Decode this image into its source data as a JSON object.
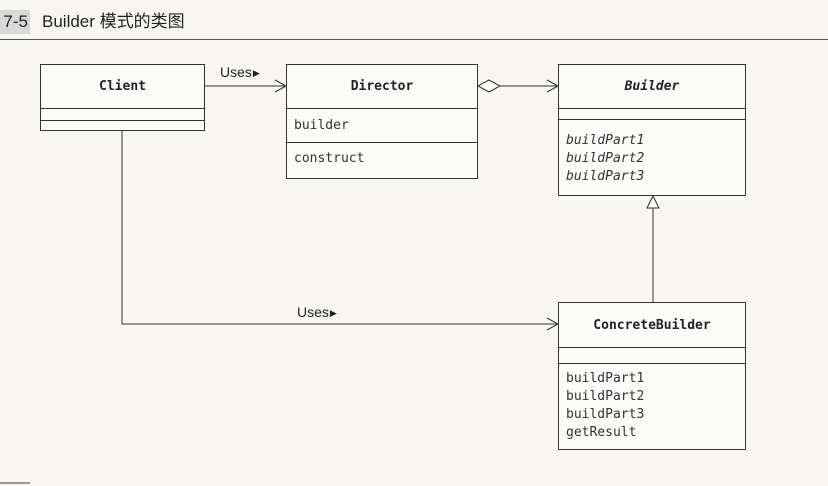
{
  "figure": {
    "number": "7-5",
    "title": "Builder 模式的类图"
  },
  "classes": {
    "client": {
      "name": "Client",
      "fields": [],
      "methods": []
    },
    "director": {
      "name": "Director",
      "fields": [
        "builder"
      ],
      "methods": [
        "construct"
      ]
    },
    "builder": {
      "name": "Builder",
      "abstract": true,
      "fields": [],
      "methods": [
        "buildPart1",
        "buildPart2",
        "buildPart3"
      ]
    },
    "concrete_builder": {
      "name": "ConcreteBuilder",
      "fields": [],
      "methods": [
        "buildPart1",
        "buildPart2",
        "buildPart3",
        "getResult"
      ]
    }
  },
  "relations": {
    "client_director": {
      "label": "Uses",
      "arrow_glyph": "▶"
    },
    "client_concrete": {
      "label": "Uses",
      "arrow_glyph": "▶"
    },
    "director_builder": {
      "type": "aggregation"
    },
    "concrete_builder_generalization": {
      "type": "generalization"
    }
  }
}
